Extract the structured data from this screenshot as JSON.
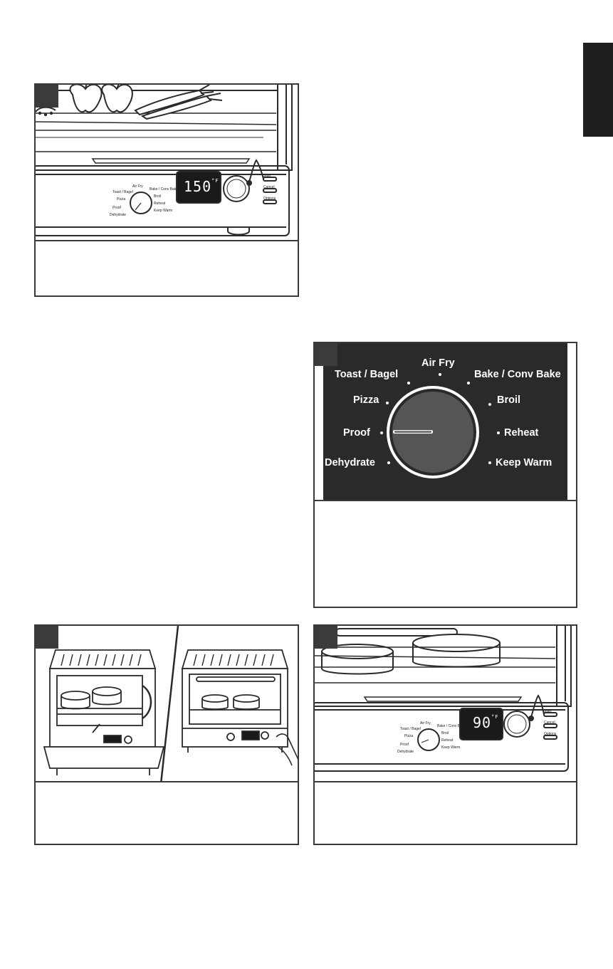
{
  "colors": {
    "panel_border": "#3a3a3a",
    "dial_bg": "#2a2a2a",
    "badge": "#3b3b3b",
    "side_tab": "#1e1e1e",
    "knob": "#555555"
  },
  "panel1": {
    "display_value": "150",
    "display_unit": "°F",
    "dial_labels": {
      "toast_bagel": "Toast / Bagel",
      "air_fry": "Air Fry",
      "bake_conv_bake": "Bake / Conv Bake",
      "pizza": "Pizza",
      "broil": "Broil",
      "proof": "Proof",
      "reheat": "Reheat",
      "dehydrate": "Dehydrate",
      "keep_warm": "Keep Warm"
    },
    "buttons": {
      "start": "Start",
      "cancel": "Cancel",
      "options": "Options"
    }
  },
  "panel2": {
    "dial_labels": {
      "air_fry": "Air Fry",
      "toast_bagel": "Toast / Bagel",
      "bake_conv_bake": "Bake / Conv Bake",
      "pizza": "Pizza",
      "broil": "Broil",
      "proof": "Proof",
      "reheat": "Reheat",
      "dehydrate": "Dehydrate",
      "keep_warm": "Keep Warm"
    }
  },
  "panel4": {
    "display_value": "90",
    "display_unit": "°F",
    "dial_labels": {
      "toast_bagel": "Toast / Bagel",
      "air_fry": "Air Fry",
      "bake_conv_bake": "Bake / Conv Bake",
      "pizza": "Pizza",
      "broil": "Broil",
      "proof": "Proof",
      "reheat": "Reheat",
      "dehydrate": "Dehydrate",
      "keep_warm": "Keep Warm"
    },
    "buttons": {
      "start": "Start",
      "cancel": "Cancel",
      "options": "Options"
    }
  }
}
